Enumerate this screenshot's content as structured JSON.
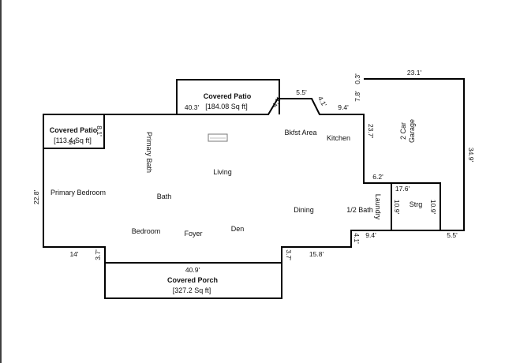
{
  "patio_top": {
    "title": "Covered Patio",
    "area": "[184.08 Sq ft]"
  },
  "patio_left": {
    "title": "Covered Patio",
    "area": "[113.4 Sq ft]"
  },
  "porch": {
    "title": "Covered Porch",
    "area": "[327.2 Sq ft]"
  },
  "rooms": {
    "primary_bath": "Primary Bath",
    "primary_bedroom": "Primary Bedroom",
    "bath": "Bath",
    "living": "Living",
    "bkfst_area": "Bkfst Area",
    "kitchen": "Kitchen",
    "dining": "Dining",
    "half_bath": "1/2 Bath",
    "laundry": "Laundry",
    "strg": "Strg",
    "bedroom": "Bedroom",
    "foyer": "Foyer",
    "den": "Den",
    "garage_line1": "2 Car",
    "garage_line2": "Garage"
  },
  "dims": {
    "d23_1": "23.1'",
    "d0_3": "0.3'",
    "d7_8": "7.8'",
    "d5_5_top": "5.5'",
    "d4_1_a": "4.1'",
    "d4_1_b": "4.1'",
    "d9_4_top": "9.4'",
    "d40_3": "40.3'",
    "d8_1": "8.1'",
    "d14_top": "14'",
    "d23_7": "23.7'",
    "d34_9": "34.9'",
    "d22_8": "22.8'",
    "d6_2": "6.2'",
    "d17_6": "17.6'",
    "d10_9_a": "10.9'",
    "d10_9_b": "10.9'",
    "d4_1_c": "4.1'",
    "d9_4_bot": "9.4'",
    "d5_5_bot": "5.5'",
    "d14_bot": "14'",
    "d3_7_a": "3.7'",
    "d40_9": "40.9'",
    "d3_7_b": "3.7'",
    "d15_8": "15.8'"
  }
}
